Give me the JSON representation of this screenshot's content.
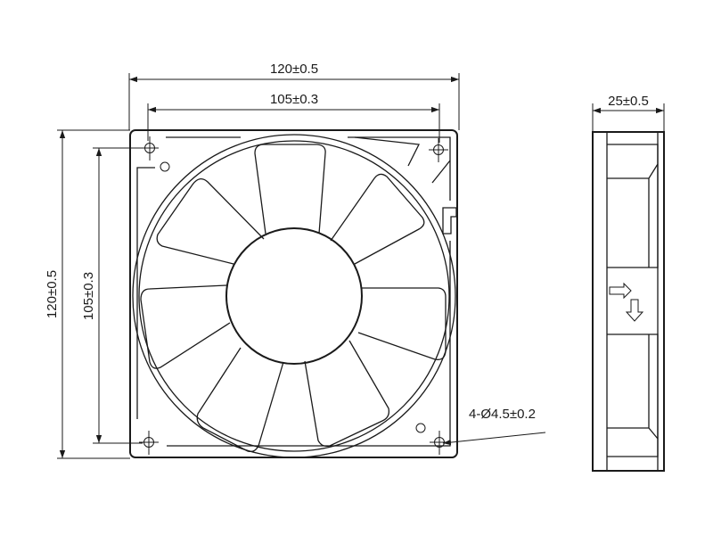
{
  "front_view": {
    "overall_width": "120±0.5",
    "hole_spacing_width": "105±0.3",
    "overall_height": "120±0.5",
    "hole_spacing_height": "105±0.3",
    "mounting_holes": "4-Ø4.5±0.2"
  },
  "side_view": {
    "thickness": "25±0.5"
  }
}
